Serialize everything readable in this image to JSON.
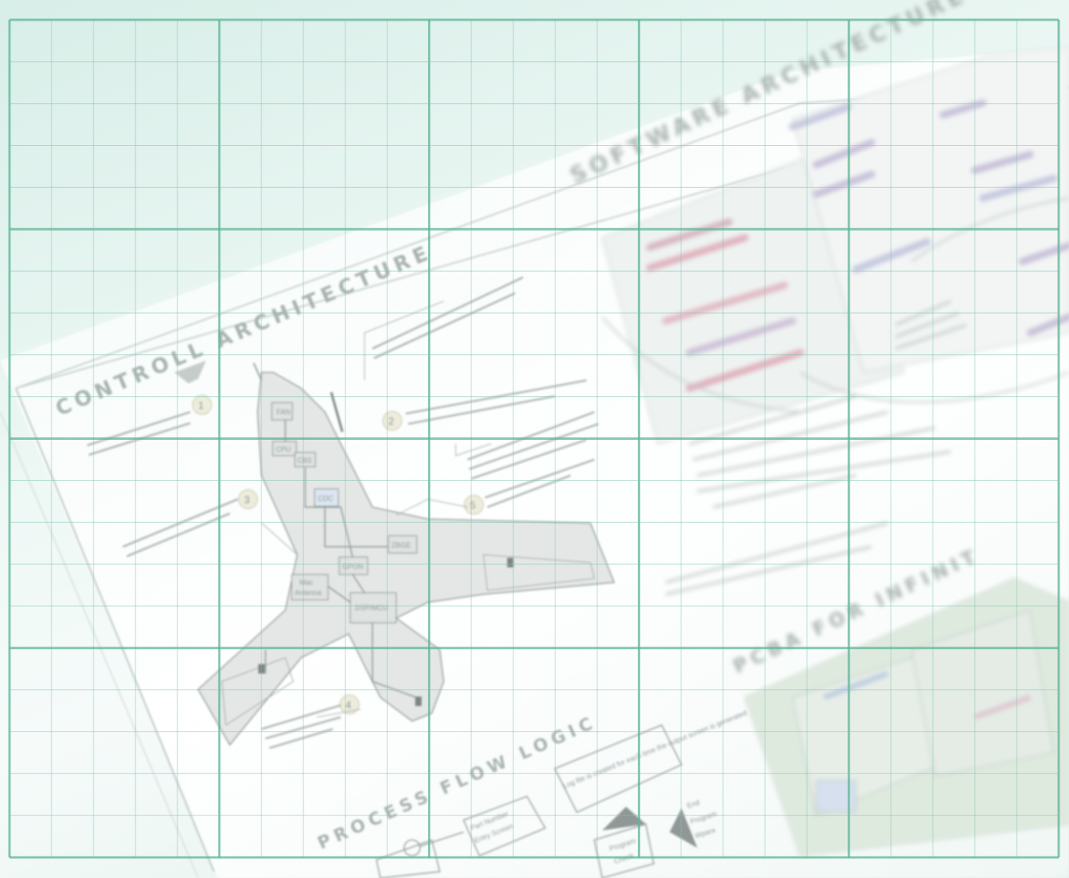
{
  "sheet": {
    "section_titles": {
      "control": "CONTROLL ARCHITECTURE",
      "software": "SOFTWARE ARCHITECTURE",
      "process": "PROCESS FLOW LOGIC",
      "pcba": "PCBA FOR INFINIT"
    },
    "numbers": [
      "1",
      "2",
      "3",
      "4",
      "5"
    ],
    "components": {
      "fan": "FAN",
      "cpu": "CPU",
      "cbs": "CBS",
      "cdc": "CDC",
      "gpon": "GPON",
      "zigbee": "ZBGE",
      "mac": "Mac",
      "antenna": "Antenna",
      "dsp": "DSP/MCU"
    },
    "process": {
      "part_number": "Part Number",
      "entry_screen": "Entry Screen",
      "program": "Program",
      "check": "Check",
      "end": "End",
      "program_end": "Program",
      "file_end": "Wpara",
      "log_note": "Log file is created for each time the output screen is generated"
    }
  },
  "grid": {
    "line_color": "#7dc4ad",
    "major_color": "#5fb497"
  }
}
